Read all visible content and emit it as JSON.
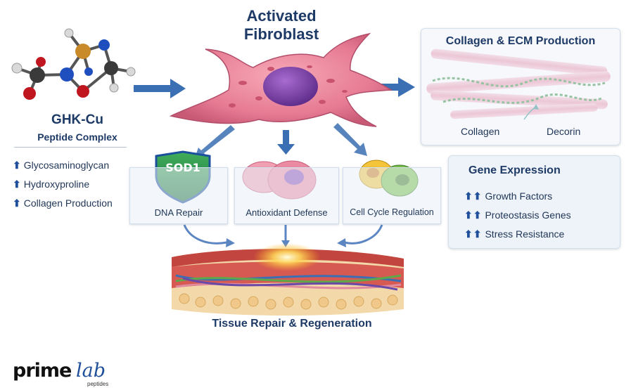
{
  "center": {
    "title": "Activated Fibroblast"
  },
  "peptide": {
    "name": "GHK-Cu",
    "subtitle": "Peptide Complex",
    "effects": [
      {
        "arrow": "⬆",
        "label": "Glycosaminoglycan"
      },
      {
        "arrow": "⬆",
        "label": "Hydroxyproline"
      },
      {
        "arrow": "⬆",
        "label": "Collagen Production"
      }
    ]
  },
  "ecm_panel": {
    "title": "Collagen & ECM Production",
    "labels": [
      "Collagen",
      "Decorin"
    ]
  },
  "gene_panel": {
    "title": "Gene Expression",
    "items": [
      {
        "arrow": "⬆⬆",
        "label": "Growth Factors"
      },
      {
        "arrow": "⬆⬆",
        "label": "Proteostasis Genes"
      },
      {
        "arrow": "⬆⬆",
        "label": "Stress Resistance"
      }
    ]
  },
  "mechanisms": [
    {
      "label": "DNA Repair",
      "badge": "SOD1"
    },
    {
      "label": "Antioxidant Defense"
    },
    {
      "label": "Cell Cycle Regulation"
    }
  ],
  "outcome": {
    "title": "Tissue Repair & Regeneration"
  },
  "logo": {
    "word1": "prime",
    "word2": "lab",
    "sub": "peptides"
  },
  "colors": {
    "navy": "#1e3a66",
    "arrow_blue": "#3b6fb3",
    "cell_pink": "#e77d95",
    "nucleus_purple": "#7b3fa3"
  }
}
